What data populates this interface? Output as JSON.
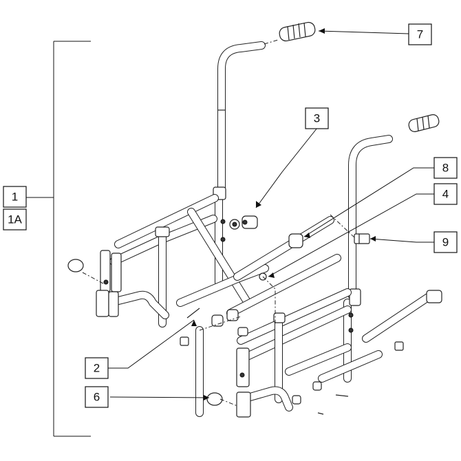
{
  "callouts": {
    "c1": "1",
    "c1a": "1A",
    "c2": "2",
    "c3": "3",
    "c4": "4",
    "c6": "6",
    "c7": "7",
    "c8": "8",
    "c9": "9"
  },
  "colors": {
    "line": "#222222",
    "background": "#ffffff"
  }
}
